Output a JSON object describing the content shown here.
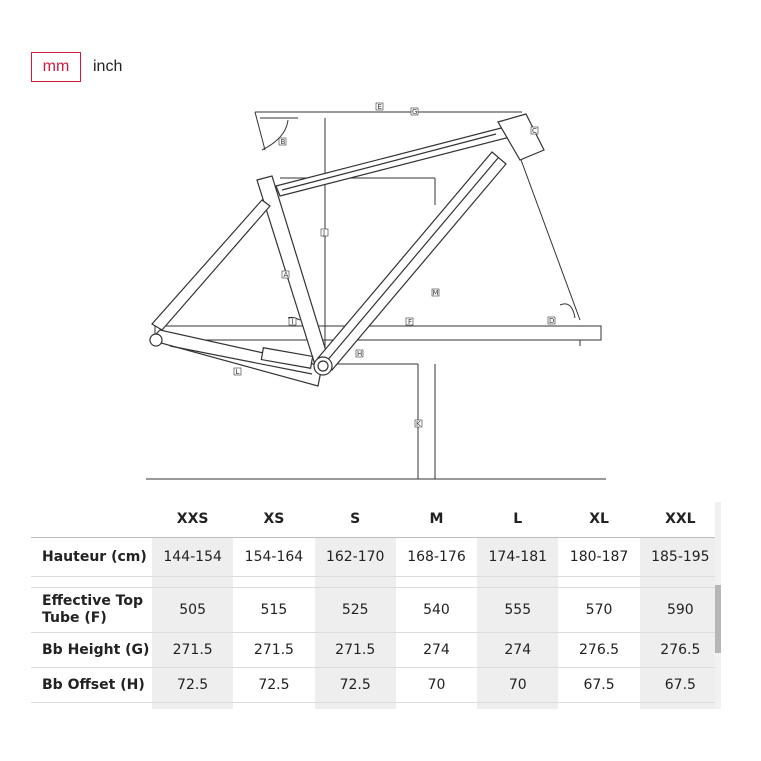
{
  "units": {
    "active": "mm",
    "inactive": "inch"
  },
  "diagram": {
    "labels": {
      "E": "E",
      "G": "G",
      "C": "C",
      "B": "B",
      "J": "J",
      "A": "A",
      "M": "M",
      "I": "I",
      "F": "F",
      "D": "D",
      "K": "K",
      "H": "H",
      "L": "L"
    },
    "colors": {
      "line": "#333333",
      "frame_fill": "#ffffff"
    }
  },
  "table": {
    "sizes": [
      "XXS",
      "XS",
      "S",
      "M",
      "L",
      "XL",
      "XXL"
    ],
    "rows": [
      {
        "label": "Hauteur (cm)",
        "values": [
          "144-154",
          "154-164",
          "162-170",
          "168-176",
          "174-181",
          "180-187",
          "185-195"
        ]
      },
      {
        "label": "Effective Top Tube (F)",
        "values": [
          "505",
          "515",
          "525",
          "540",
          "555",
          "570",
          "590"
        ]
      },
      {
        "label": "Bb Height (G)",
        "values": [
          "271.5",
          "271.5",
          "271.5",
          "274",
          "274",
          "276.5",
          "276.5"
        ]
      },
      {
        "label": "Bb Offset (H)",
        "values": [
          "72.5",
          "72.5",
          "72.5",
          "70",
          "70",
          "67.5",
          "67.5"
        ]
      }
    ],
    "shade_color": "#eeeeee"
  }
}
